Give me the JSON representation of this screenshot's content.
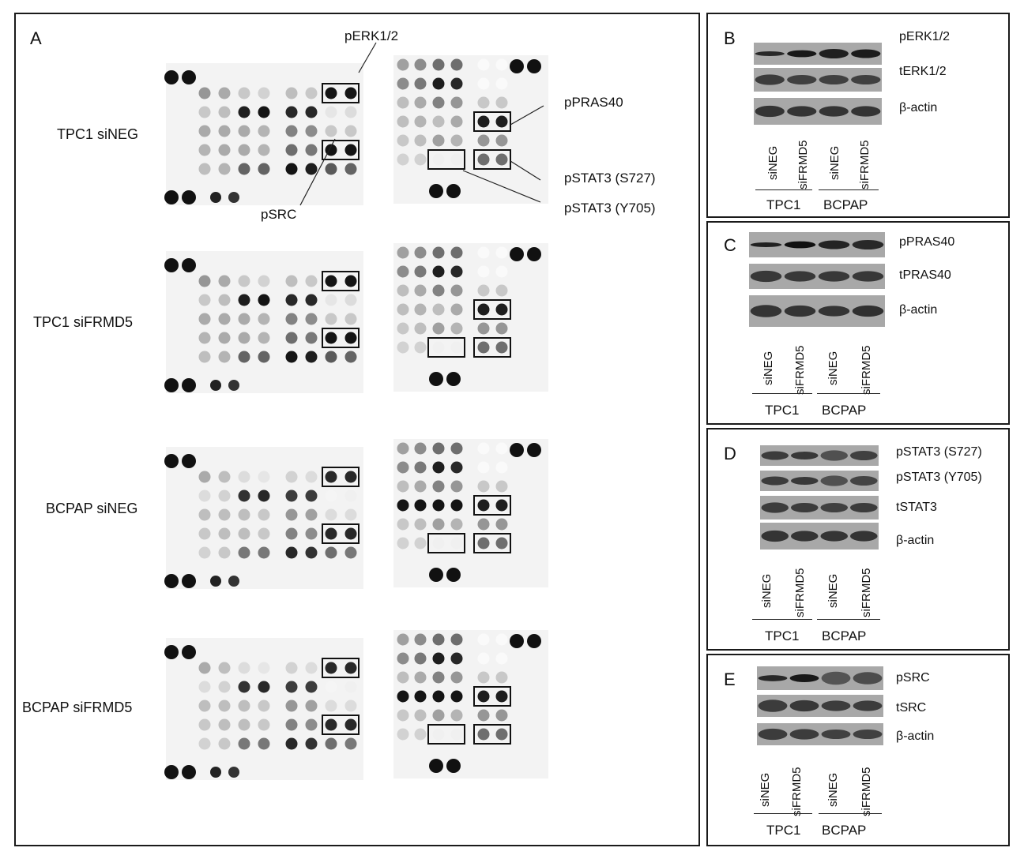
{
  "panel_a": {
    "letter": "A",
    "rows": [
      "TPC1 siNEG",
      "TPC1 siFRMD5",
      "BCPAP siNEG",
      "BCPAP siFRMD5"
    ],
    "callouts": {
      "perk": "pERK1/2",
      "psrc": "pSRC",
      "ppras": "pPRAS40",
      "pstat3_s727": "pSTAT3 (S727)",
      "pstat3_y705": "pSTAT3 (Y705)"
    }
  },
  "panel_b": {
    "letter": "B",
    "blots": [
      "pERK1/2",
      "tERK1/2",
      "β-actin"
    ],
    "lanes": [
      "siNEG",
      "siFRMD5",
      "siNEG",
      "siFRMD5"
    ],
    "groups": [
      "TPC1",
      "BCPAP"
    ]
  },
  "panel_c": {
    "letter": "C",
    "blots": [
      "pPRAS40",
      "tPRAS40",
      "β-actin"
    ],
    "lanes": [
      "siNEG",
      "siFRMD5",
      "siNEG",
      "siFRMD5"
    ],
    "groups": [
      "TPC1",
      "BCPAP"
    ]
  },
  "panel_d": {
    "letter": "D",
    "blots": [
      "pSTAT3 (S727)",
      "pSTAT3 (Y705)",
      "tSTAT3",
      "β-actin"
    ],
    "lanes": [
      "siNEG",
      "siFRMD5",
      "siNEG",
      "siFRMD5"
    ],
    "groups": [
      "TPC1",
      "BCPAP"
    ]
  },
  "panel_e": {
    "letter": "E",
    "blots": [
      "pSRC",
      "tSRC",
      "β-actin"
    ],
    "lanes": [
      "siNEG",
      "siFRMD5",
      "siNEG",
      "siFRMD5"
    ],
    "groups": [
      "TPC1",
      "BCPAP"
    ]
  }
}
